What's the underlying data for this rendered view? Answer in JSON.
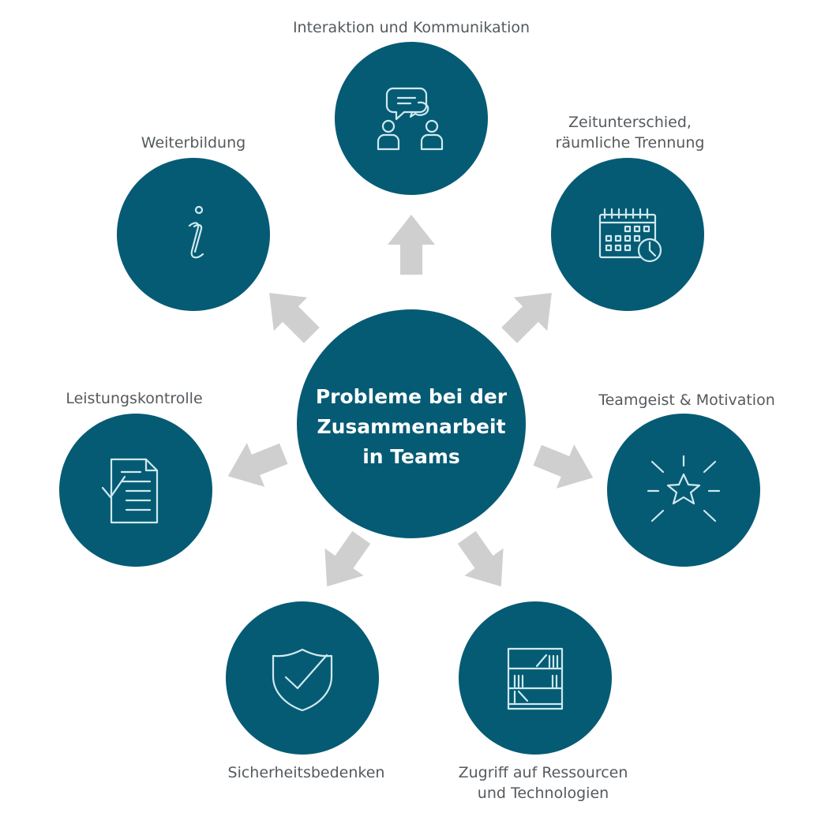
{
  "center": {
    "lines": [
      "Probleme bei der",
      "Zusammenarbeit",
      "in Teams"
    ]
  },
  "nodes": [
    {
      "id": "interaction",
      "icon": "conversation-icon",
      "lines": [
        "Interaktion und Kommunikation"
      ]
    },
    {
      "id": "time",
      "icon": "calendar-clock-icon",
      "lines": [
        "Zeitunterschied,",
        "räumliche Trennung"
      ]
    },
    {
      "id": "teamspirit",
      "icon": "star-burst-icon",
      "lines": [
        "Teamgeist & Motivation"
      ]
    },
    {
      "id": "resources",
      "icon": "bookshelf-icon",
      "lines": [
        "Zugriff auf Ressourcen",
        "und Technologien"
      ]
    },
    {
      "id": "security",
      "icon": "shield-check-icon",
      "lines": [
        "Sicherheitsbedenken"
      ]
    },
    {
      "id": "performance",
      "icon": "document-check-icon",
      "lines": [
        "Leistungskontrolle"
      ]
    },
    {
      "id": "training",
      "icon": "info-icon",
      "lines": [
        "Weiterbildung"
      ]
    }
  ],
  "colors": {
    "circle": "#055b74",
    "arrow": "#cfcfcf",
    "icon": "#cfe9ef",
    "label": "#555a5e",
    "center_text": "#ffffff"
  }
}
